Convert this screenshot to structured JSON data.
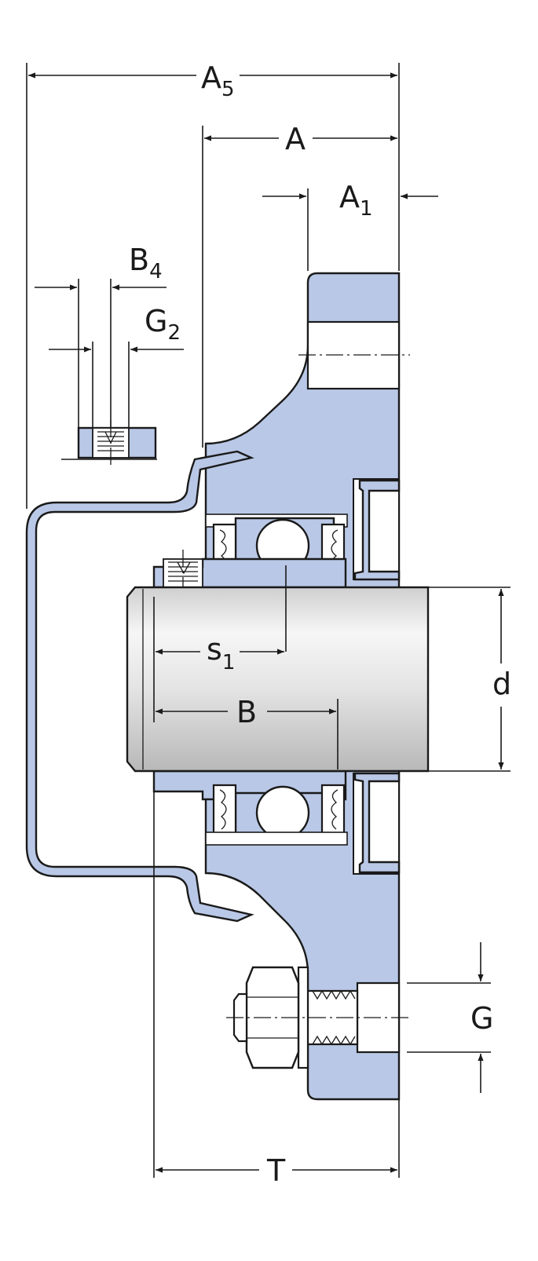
{
  "labels": {
    "a5_main": "A",
    "a5_sub": "5",
    "a": "A",
    "a1_main": "A",
    "a1_sub": "1",
    "b4_main": "B",
    "b4_sub": "4",
    "g2_main": "G",
    "g2_sub": "2",
    "s1_main": "s",
    "s1_sub": "1",
    "b": "B",
    "d": "d",
    "g": "G",
    "t": "T"
  },
  "colors": {
    "housing_fill": "#b9c8e6",
    "outline": "#1a1a1a",
    "shaft_light": "#f4f4f4",
    "shaft_dark": "#bdbdbd"
  }
}
